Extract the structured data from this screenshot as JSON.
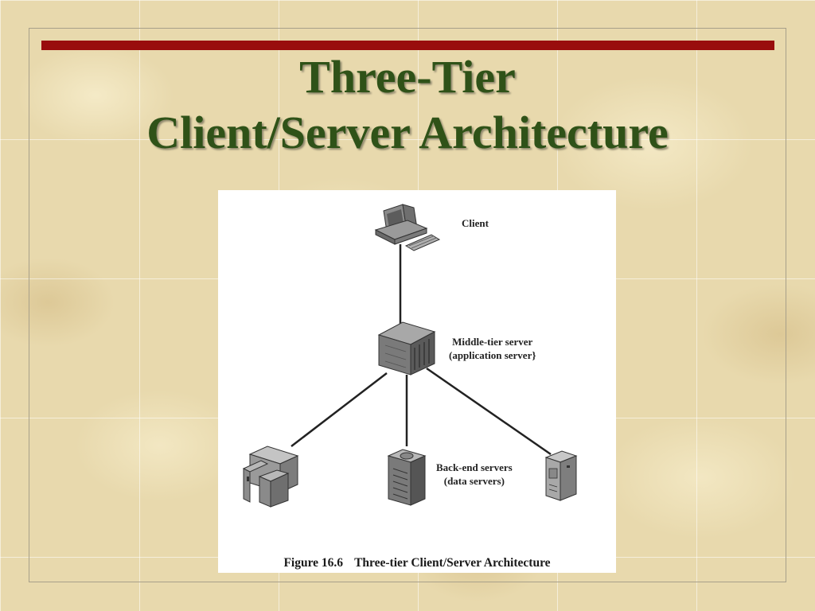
{
  "slide": {
    "title_line1": "Three-Tier",
    "title_line2": "Client/Server Architecture"
  },
  "figure": {
    "caption_number": "Figure 16.6",
    "caption_text": "Three-tier Client/Server Architecture",
    "nodes": {
      "client": {
        "label": "Client",
        "icon": "desktop-computer-icon"
      },
      "middle": {
        "label_line1": "Middle-tier server",
        "label_line2": "(application server}",
        "icon": "rack-server-icon"
      },
      "backend": {
        "label_line1": "Back-end servers",
        "label_line2": "(data servers)"
      },
      "backend_left": {
        "icon": "mainframe-cabinet-icon"
      },
      "backend_center": {
        "icon": "tower-server-icon"
      },
      "backend_right": {
        "icon": "cabinet-server-icon"
      }
    }
  },
  "colors": {
    "title_green": "#2f5218",
    "accent_red": "#990d0d",
    "parchment": "#e8d9ad"
  }
}
